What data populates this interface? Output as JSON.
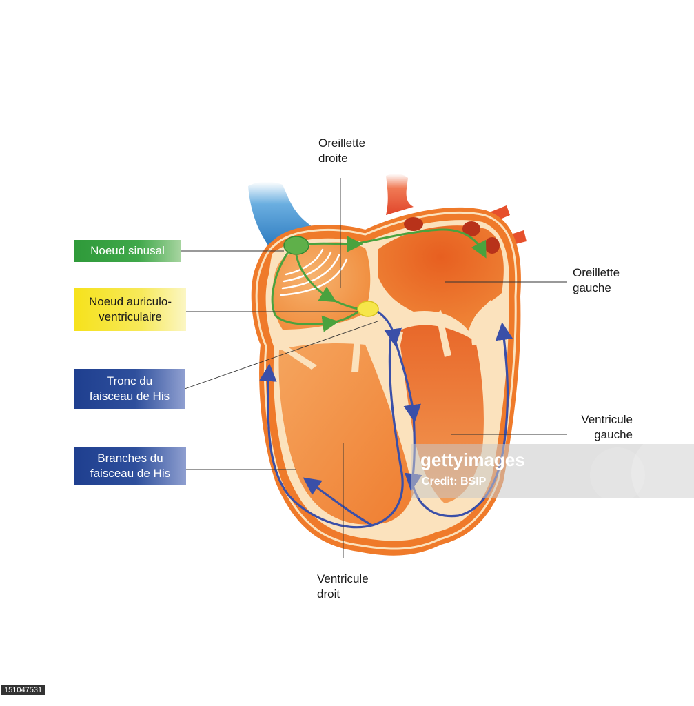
{
  "labels": {
    "oreillette_droite": "Oreillette\ndroite",
    "oreillette_gauche": "Oreillette\ngauche",
    "ventricule_gauche": "Ventricule\ngauche",
    "ventricule_droit": "Ventricule\ndroit",
    "noeud_sinusal": "Noeud sinusal",
    "noeud_av": "Noeud auriculo-\nventriculaire",
    "tronc_his": "Tronc du\nfaisceau de His",
    "branches_his": "Branches du\nfaisceau de His"
  },
  "watermark": {
    "brand": "gettyimages",
    "credit": "Credit: BSIP"
  },
  "stock_id": "151047531",
  "colors": {
    "sinus_green": "#2f9a3a",
    "av_yellow": "#f6e21c",
    "his_blue": "#1f3f8f",
    "conduction_green": "#4aa23e",
    "conduction_blue": "#3a4fa8",
    "heart_outer": "#ef7a2a",
    "heart_inner": "#f29040",
    "septum_cream": "#fbe2bd",
    "vein_blue": "#2e7fc4",
    "artery_red": "#e3502e"
  }
}
